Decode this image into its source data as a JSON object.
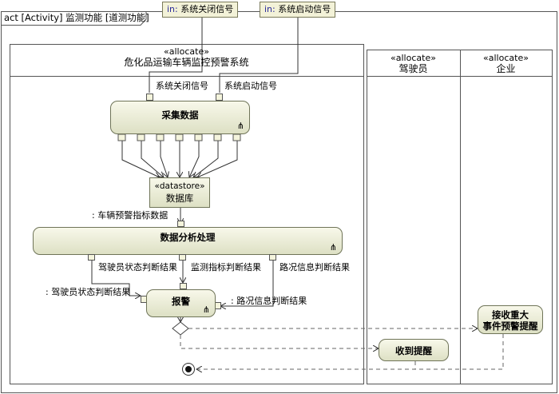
{
  "frame": {
    "title": "act [Activity] 监测功能 [道测功能]"
  },
  "params": {
    "stop_signal": "系统关闭信号",
    "start_signal": "系统启动信号",
    "kw": "in:"
  },
  "partitions": {
    "system": {
      "stereotype": "«allocate»",
      "name": "危化品运输车辆监控预警系统"
    },
    "driver": {
      "stereotype": "«allocate»",
      "name": "驾驶员"
    },
    "company": {
      "stereotype": "«allocate»",
      "name": "企业"
    }
  },
  "pins": {
    "stop_signal": "系统关闭信号",
    "start_signal": "系统启动信号"
  },
  "actions": {
    "collect": "采集数据",
    "analyze": "数据分析处理",
    "alarm": "报警",
    "receive": "收到提醒",
    "notify_line1": "接收重大",
    "notify_line2": "事件预警提醒"
  },
  "datastore": {
    "stereotype": "«datastore»",
    "name": "数据库"
  },
  "flows": {
    "vehicle_indicator": ": 车辆预警指标数据",
    "driver_state_out": "驾驶员状态判断结果",
    "monitor_indicator_out": "监测指标判断结果",
    "road_info_out": "路况信息判断结果",
    "driver_state_in": ": 驾驶员状态判断结果",
    "road_info_in": ": 路况信息判断结果"
  },
  "colors": {
    "node_fill": "#e6e8d0",
    "border": "#6f7458",
    "pin": "#f4f4dc",
    "param": "#f3f2d8"
  }
}
